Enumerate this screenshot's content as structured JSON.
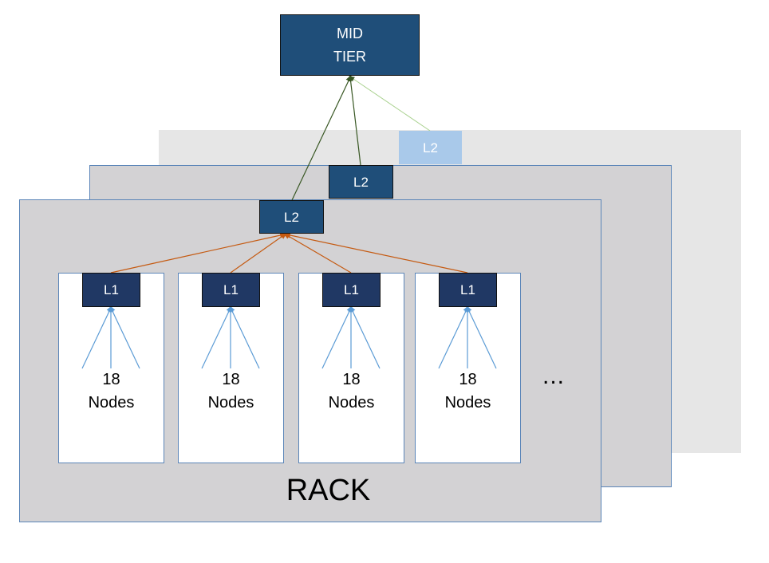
{
  "mid_tier": {
    "line1": "MID",
    "line2": "TIER"
  },
  "l2_labels": [
    "L2",
    "L2",
    "L2"
  ],
  "l1_label": "L1",
  "node_groups": [
    {
      "count": "18",
      "label": "Nodes"
    },
    {
      "count": "18",
      "label": "Nodes"
    },
    {
      "count": "18",
      "label": "Nodes"
    },
    {
      "count": "18",
      "label": "Nodes"
    }
  ],
  "ellipsis": "...",
  "rack_label": "RACK",
  "colors": {
    "dark_box": "#1f4e79",
    "l1_box": "#203864",
    "light_l2": "#a9c9ea",
    "rack_fill": "#d3d2d4",
    "rack_border": "#5b85b8",
    "l1_to_l2_arrow": "#c55a11",
    "node_to_l1_arrow": "#5b9bd5",
    "l2_to_mid_arrow": "#385723"
  }
}
